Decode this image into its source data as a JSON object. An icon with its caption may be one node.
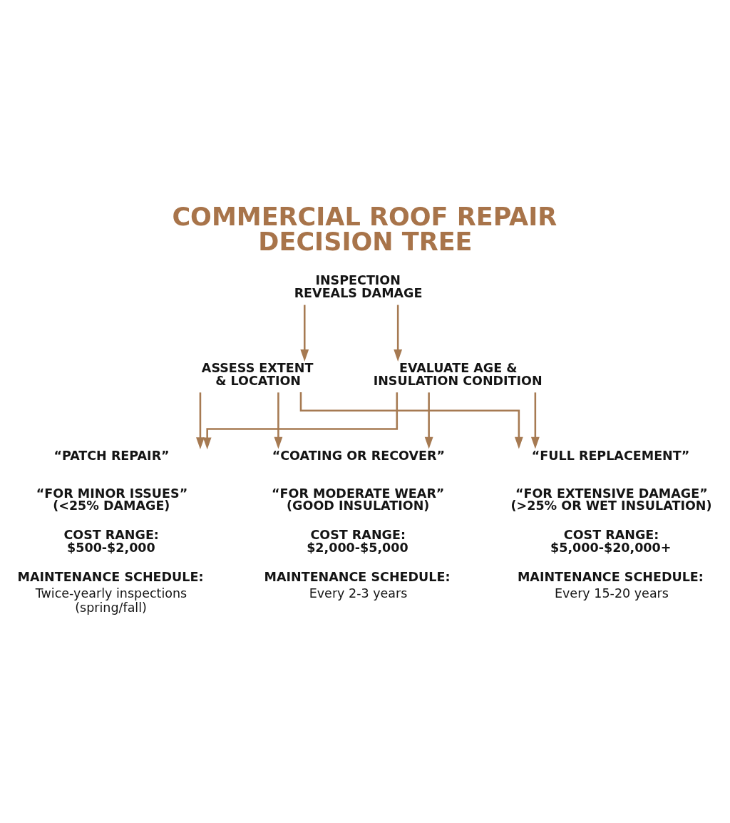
{
  "diagram": {
    "title": "COMMERCIAL ROOF REPAIR DECISION TREE",
    "nodes": [
      {
        "text": [
          "INSPECTION REVEALS DAMAGE"
        ]
      },
      {
        "text": [
          "ASSESS EXTENT & LOCATION"
        ]
      },
      {
        "text": [
          "EVALUATE AGE & INSULATION CONDITION"
        ]
      },
      {
        "text": [
          "“PATCH REPAIR”",
          "“FOR MINOR ISSUES” (<25% DAMAGE)",
          "COST RANGE: $500-$2,000",
          "MAINTENANCE SCHEDULE:",
          "Twice-yearly inspections (spring/fall)"
        ]
      },
      {
        "text": [
          "“COATING OR RECOVER”",
          "“FOR MODERATE WEAR” (GOOD INSULATION)",
          "COST RANGE: $2,000-$5,000",
          "MAINTENANCE SCHEDULE:",
          "Every 2-3 years"
        ]
      },
      {
        "text": [
          "“FULL REPLACEMENT”",
          "“FOR EXTENSIVE DAMAGE” (>25% OR WET INSULATION)",
          "COST RANGE: $5,000-$20,000+",
          "MAINTENANCE SCHEDULE:",
          "Every 15-20 years"
        ]
      }
    ],
    "edges": [
      {
        "from": 0,
        "to": 1,
        "arrow": "to"
      },
      {
        "from": 0,
        "to": 2,
        "arrow": "to"
      },
      {
        "from": 1,
        "to": 3,
        "arrow": "to"
      },
      {
        "from": 1,
        "to": 4,
        "arrow": "to"
      },
      {
        "from": 1,
        "to": 5,
        "arrow": "to"
      },
      {
        "from": 2,
        "to": 3,
        "arrow": "to"
      },
      {
        "from": 2,
        "to": 4,
        "arrow": "to"
      },
      {
        "from": 2,
        "to": 5,
        "arrow": "to"
      }
    ]
  }
}
